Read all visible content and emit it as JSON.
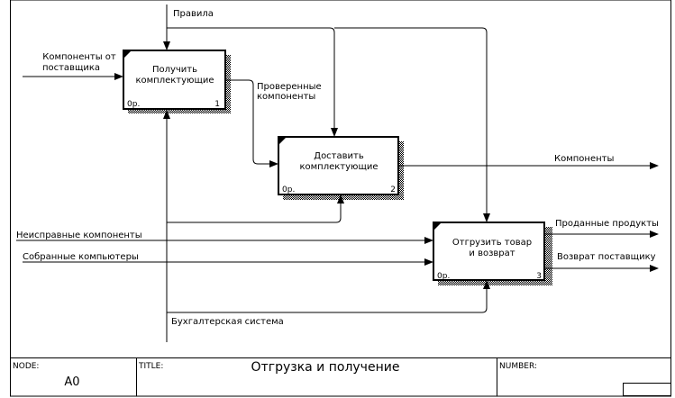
{
  "diagram": {
    "boxes": [
      {
        "id": "b1",
        "title_lines": [
          "Получить",
          "комплектующие"
        ],
        "cost": "0р.",
        "number": "1"
      },
      {
        "id": "b2",
        "title_lines": [
          "Доставить",
          "комплектующие"
        ],
        "cost": "0р.",
        "number": "2"
      },
      {
        "id": "b3",
        "title_lines": [
          "Отгрузить товар",
          "и возврат"
        ],
        "cost": "0р.",
        "number": "3"
      }
    ],
    "arrows": {
      "rules": "Правила",
      "components_from_supplier": [
        "Компоненты от",
        "поставщика"
      ],
      "checked_components": [
        "Проверенные",
        "компоненты"
      ],
      "components": "Компоненты",
      "sold_products": "Проданные продукты",
      "supplier_return": "Возврат поставщику",
      "faulty_components": "Неисправные компоненты",
      "assembled_computers": "Собранные компьютеры",
      "accounting_system": "Бухгалтерская система"
    }
  },
  "frame": {
    "node_label": "NODE:",
    "node_value": "A0",
    "title_label": "TITLE:",
    "title_value": "Отгрузка и  получение",
    "number_label": "NUMBER:"
  }
}
